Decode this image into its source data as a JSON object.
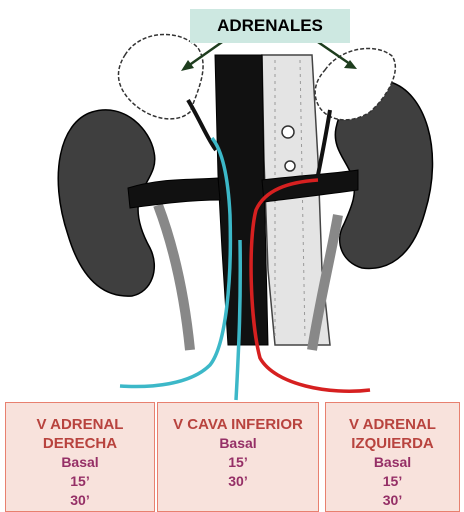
{
  "title": "ADRENALES",
  "colors": {
    "title_bg": "#cde8e1",
    "box_bg": "#f8e2dc",
    "box_border": "#e8806f",
    "heading": "#b8433e",
    "times": "#952f66",
    "right_catheter": "#3cb8c8",
    "left_catheter": "#d62020"
  },
  "boxes": [
    {
      "heading_1": "V ADRENAL",
      "heading_2": "DERECHA",
      "times": [
        "Basal",
        "15’",
        "30’"
      ]
    },
    {
      "heading_1": "V CAVA INFERIOR",
      "times": [
        "Basal",
        "15’",
        "30’"
      ]
    },
    {
      "heading_1": "V ADRENAL",
      "heading_2": "IZQUIERDA",
      "times": [
        "Basal",
        "15’",
        "30’"
      ]
    }
  ]
}
